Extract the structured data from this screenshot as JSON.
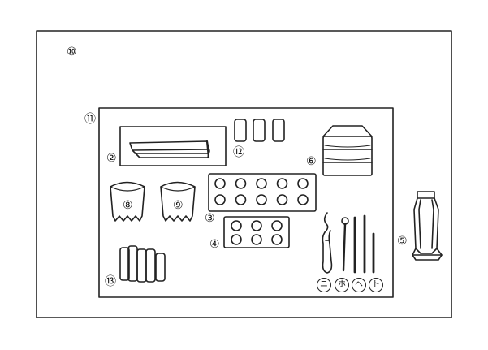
{
  "labels": {
    "outer_mat": "⑩",
    "tray": "⑪",
    "long_dish": "②",
    "dish_rows": "③",
    "small_dish_row": "④",
    "vase": "⑤",
    "stacked_box": "⑥",
    "cup_left": "⑧",
    "cup_right": "⑨",
    "three_small": "⑫",
    "bundle": "⑬",
    "utensil_ni": "ニ",
    "utensil_ho": "ホ",
    "utensil_he": "ヘ",
    "utensil_to": "ト"
  },
  "colors": {
    "line": "#222222",
    "paper": "#ffffff"
  }
}
